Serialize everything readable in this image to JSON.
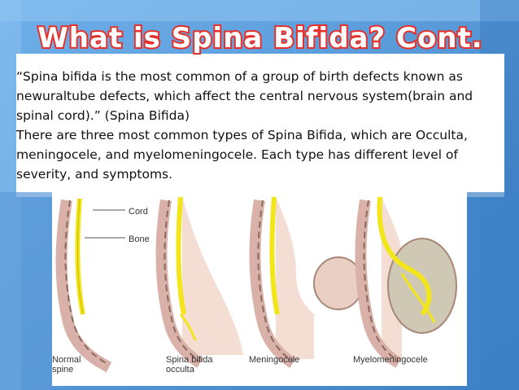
{
  "slide": {
    "title": "What is Spina Bifida? Cont.",
    "paragraph_1": "“Spina bifida is the most common of a group of birth defects known as newuraltube defects, which affect the central nervous system(brain and spinal cord).” (Spina Bifida)",
    "paragraph_2": "There are three most common types of Spina Bifida, which are Occulta, meningocele, and myelomeningocele. Each type has different level of severity, and symptoms."
  },
  "figure": {
    "legend": {
      "cord": "Cord",
      "bone": "Bone"
    },
    "panels": [
      {
        "line1": "Normal",
        "line2": "spine"
      },
      {
        "line1": "Spina bifida",
        "line2": "occulta"
      },
      {
        "line1": "Meningocele",
        "line2": ""
      },
      {
        "line1": "Myelomeningocele",
        "line2": ""
      }
    ]
  },
  "colors": {
    "background": "#4f93d6",
    "title_outline": "#e8302a",
    "cord": "#f2e61a",
    "bone": "#d9b1a8",
    "skin": "#f4ddd2"
  }
}
